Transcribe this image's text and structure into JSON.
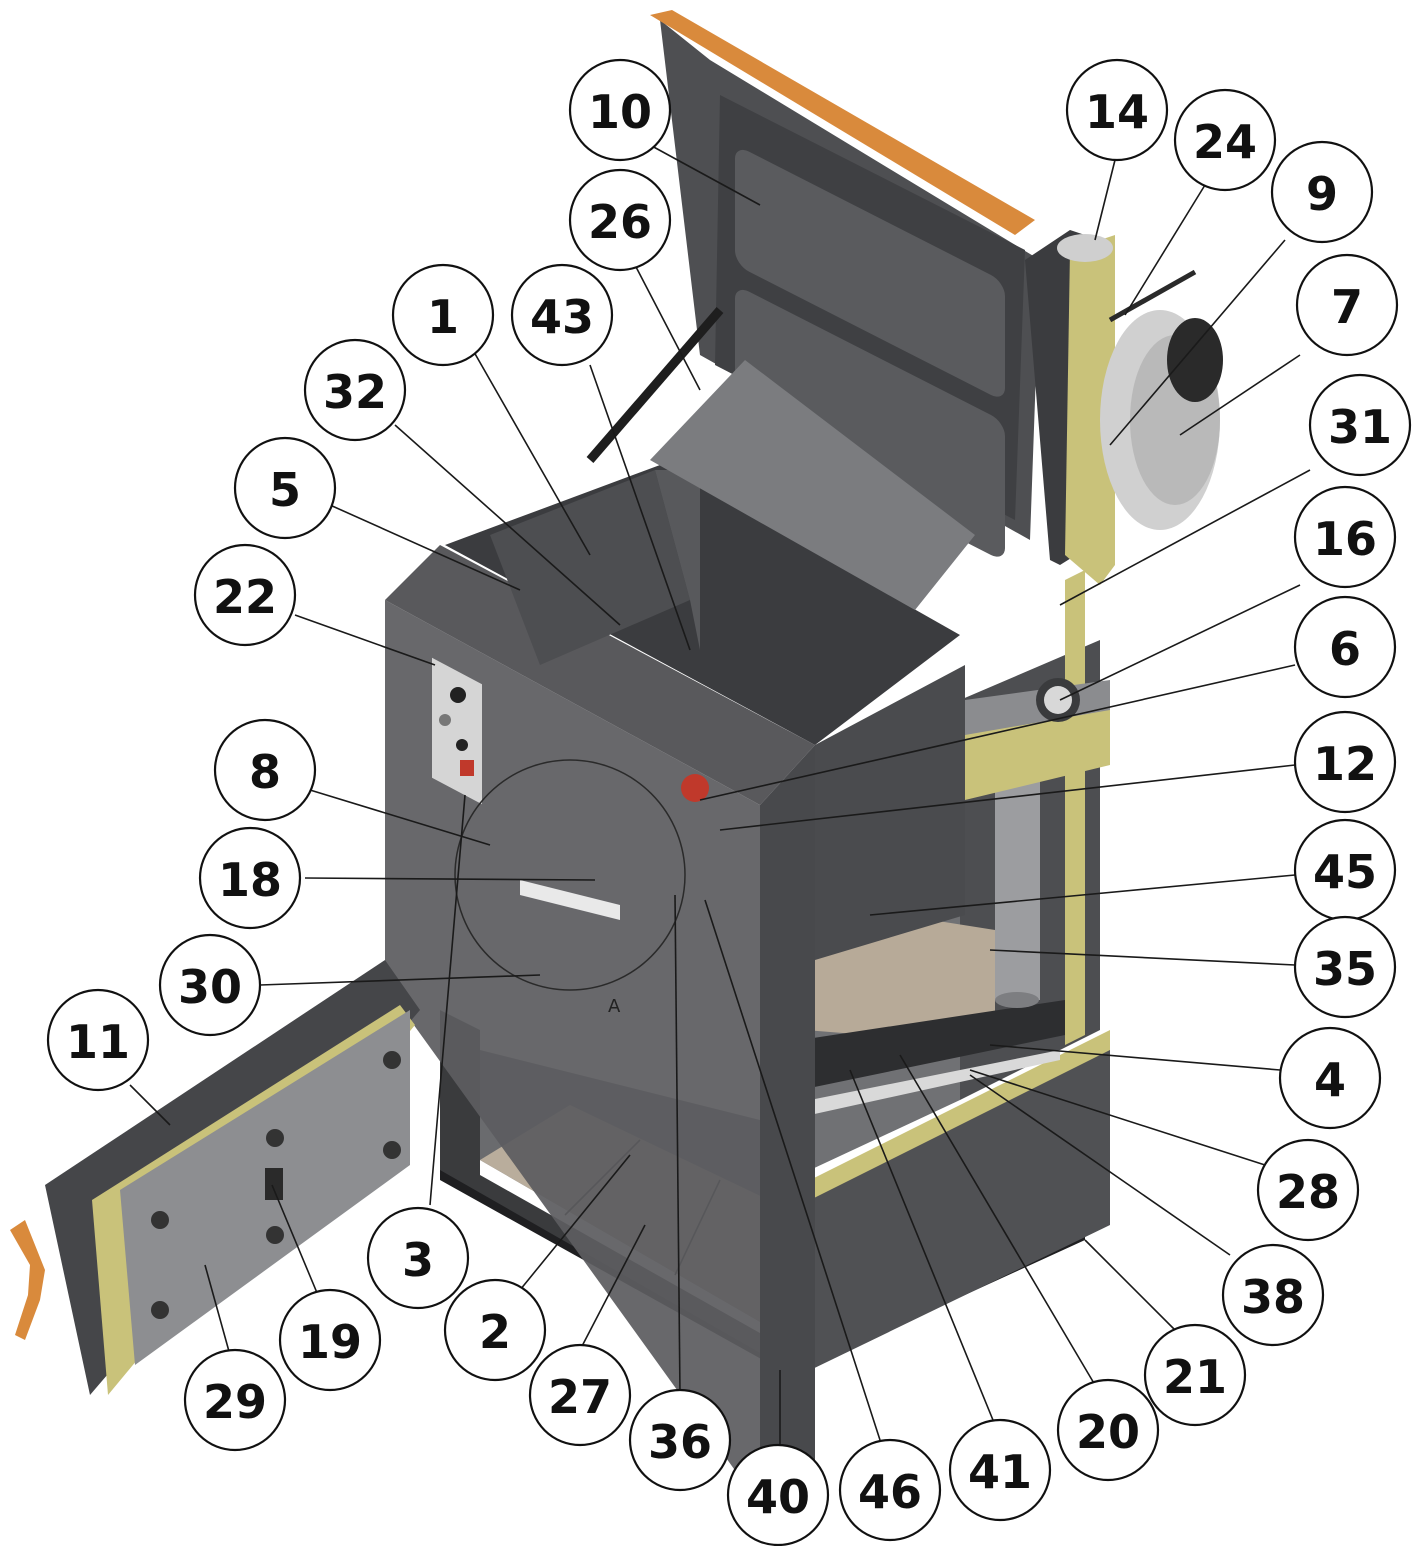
{
  "colors": {
    "body_dark": "#4a4b4d",
    "body_mid": "#5c5d60",
    "body_light": "#6e6f72",
    "panel_light": "#9a9b9e",
    "insulation": "#c9c27a",
    "firebrick": "#b9ad9c",
    "handle_orange": "#d98a3c",
    "fan_grey": "#d0d0d0",
    "indicator_red": "#c0392b"
  },
  "diagram": {
    "view_label": "A",
    "callouts": [
      {
        "id": "c10",
        "label": "10"
      },
      {
        "id": "c26",
        "label": "26"
      },
      {
        "id": "c14",
        "label": "14"
      },
      {
        "id": "c24",
        "label": "24"
      },
      {
        "id": "c9",
        "label": "9"
      },
      {
        "id": "c7",
        "label": "7"
      },
      {
        "id": "c31",
        "label": "31"
      },
      {
        "id": "c16",
        "label": "16"
      },
      {
        "id": "c6",
        "label": "6"
      },
      {
        "id": "c12",
        "label": "12"
      },
      {
        "id": "c45",
        "label": "45"
      },
      {
        "id": "c35",
        "label": "35"
      },
      {
        "id": "c4",
        "label": "4"
      },
      {
        "id": "c28",
        "label": "28"
      },
      {
        "id": "c38",
        "label": "38"
      },
      {
        "id": "c21",
        "label": "21"
      },
      {
        "id": "c20",
        "label": "20"
      },
      {
        "id": "c41",
        "label": "41"
      },
      {
        "id": "c46",
        "label": "46"
      },
      {
        "id": "c40",
        "label": "40"
      },
      {
        "id": "c36",
        "label": "36"
      },
      {
        "id": "c27",
        "label": "27"
      },
      {
        "id": "c2",
        "label": "2"
      },
      {
        "id": "c3",
        "label": "3"
      },
      {
        "id": "c19",
        "label": "19"
      },
      {
        "id": "c29",
        "label": "29"
      },
      {
        "id": "c11",
        "label": "11"
      },
      {
        "id": "c30",
        "label": "30"
      },
      {
        "id": "c18",
        "label": "18"
      },
      {
        "id": "c8",
        "label": "8"
      },
      {
        "id": "c22",
        "label": "22"
      },
      {
        "id": "c5",
        "label": "5"
      },
      {
        "id": "c32",
        "label": "32"
      },
      {
        "id": "c1",
        "label": "1"
      },
      {
        "id": "c43",
        "label": "43"
      }
    ]
  }
}
